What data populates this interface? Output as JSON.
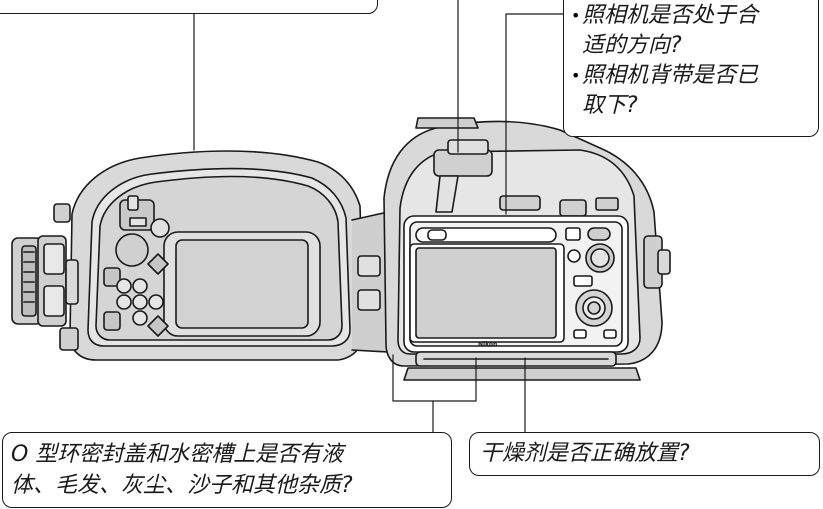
{
  "callouts": {
    "top_right": {
      "items": [
        "照相机是否处于合适的方向?",
        "照相机背带是否已取下?"
      ],
      "line1a": "照相机是否处于合",
      "line1b": "适的方向?",
      "line2a": "照相机背带是否已",
      "line2b": "取下?"
    },
    "bottom_left": {
      "line1": "O 型环密封盖和水密槽上是否有液",
      "line2": "体、毛发、灰尘、沙子和其他杂质?"
    },
    "bottom_right": {
      "text": "干燥剂是否正确放置?"
    }
  },
  "camera": {
    "brand_mark": "Nikon"
  },
  "colors": {
    "line": "#1a1a1a",
    "housing_fill": "#d9d9d9",
    "housing_dark": "#a8a8a8",
    "screen_fill": "#d0d0d0",
    "camera_fill": "#ffffff",
    "background": "#ffffff"
  }
}
